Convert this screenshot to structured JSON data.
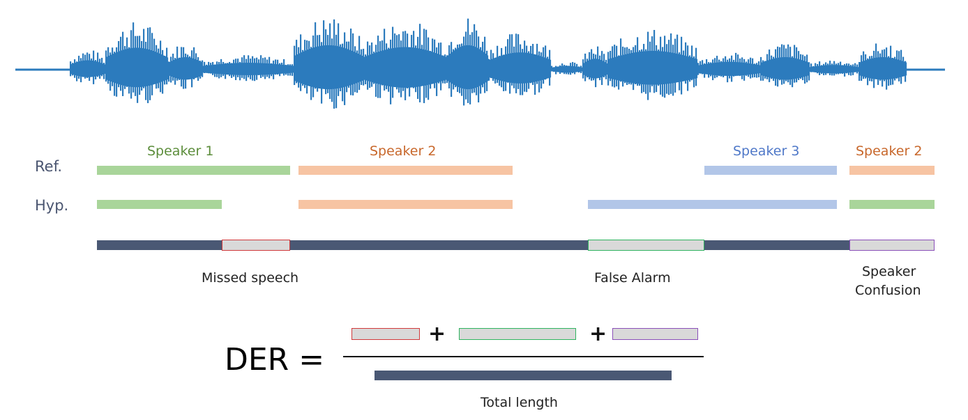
{
  "colors": {
    "waveform": "#2c7bbd",
    "speaker1": "#a9d59a",
    "speaker2": "#f7c4a3",
    "speaker3": "#b2c6e8",
    "speaker1_text": "#5c8d3b",
    "speaker2_text": "#c8682c",
    "speaker3_text": "#4f78c8",
    "timeline": "#4a5874",
    "missed": "#d0393b",
    "false_alarm": "#2fb35f",
    "confusion": "#8a4fb8"
  },
  "ref_label": "Ref.",
  "hyp_label": "Hyp.",
  "speaker_labels": [
    "Speaker 1",
    "Speaker 2",
    "Speaker 3",
    "Speaker 2"
  ],
  "error_labels": {
    "missed": "Missed speech",
    "false_alarm": "False Alarm",
    "confusion_line1": "Speaker",
    "confusion_line2": "Confusion"
  },
  "formula": {
    "lhs": "DER =",
    "plus": "+",
    "denominator_label": "Total length"
  }
}
